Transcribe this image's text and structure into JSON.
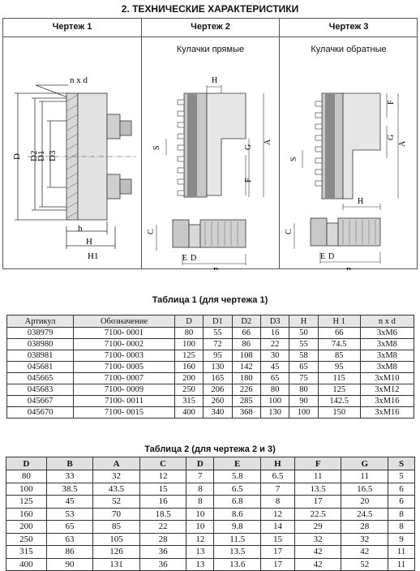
{
  "section_title": "2. ТЕХНИЧЕСКИЕ ХАРАКТЕРИСТИКИ",
  "drawings": {
    "headers": [
      "Чертеж 1",
      "Чертеж 2",
      "Чертеж 3"
    ],
    "sub2": "Кулачки прямые",
    "sub3": "Кулачки обратные",
    "d1_labels": {
      "nxd": "n x d",
      "D": "D",
      "D2": "D2",
      "D1": "D1",
      "D3": "D3",
      "h": "h",
      "H": "H",
      "H1": "H1"
    },
    "d2_labels": {
      "H_top": "H",
      "S": "S",
      "G": "G",
      "A": "A",
      "F": "F",
      "C": "C",
      "E": "E",
      "D": "D",
      "B": "B"
    },
    "d3_labels": {
      "F": "F",
      "A": "A",
      "S": "S",
      "G": "G",
      "H": "H",
      "C": "C",
      "E": "E",
      "D": "D",
      "B": "B"
    }
  },
  "table1": {
    "caption": "Таблица 1 (для чертежа 1)",
    "headers": [
      "Артикул",
      "Обозначение",
      "D",
      "D1",
      "D2",
      "D3",
      "H",
      "H 1",
      "n x d"
    ],
    "rows": [
      [
        "038979",
        "7100- 0001",
        "80",
        "55",
        "66",
        "16",
        "50",
        "66",
        "3хМ6"
      ],
      [
        "038980",
        "7100- 0002",
        "100",
        "72",
        "86",
        "22",
        "55",
        "74.5",
        "3хМ8"
      ],
      [
        "038981",
        "7100- 0003",
        "125",
        "95",
        "108",
        "30",
        "58",
        "85",
        "3хМ8"
      ],
      [
        "045681",
        "7100- 0005",
        "160",
        "130",
        "142",
        "45",
        "65",
        "95",
        "3хМ8"
      ],
      [
        "045665",
        "7100- 0007",
        "200",
        "165",
        "180",
        "65",
        "75",
        "115",
        "3хМ10"
      ],
      [
        "045683",
        "7100- 0009",
        "250",
        "206",
        "226",
        "80",
        "80",
        "125",
        "3хМ12"
      ],
      [
        "045667",
        "7100- 0011",
        "315",
        "260",
        "285",
        "100",
        "90",
        "142.5",
        "3хМ16"
      ],
      [
        "045670",
        "7100- 0015",
        "400",
        "340",
        "368",
        "130",
        "100",
        "150",
        "3хМ16"
      ]
    ]
  },
  "table2": {
    "caption": "Таблица 2 (для чертежа 2 и 3)",
    "headers": [
      "D",
      "B",
      "A",
      "C",
      "D",
      "E",
      "H",
      "F",
      "G",
      "S"
    ],
    "rows": [
      [
        "80",
        "33",
        "32",
        "12",
        "7",
        "5.8",
        "6.5",
        "11",
        "11",
        "5"
      ],
      [
        "100",
        "38.5",
        "43.5",
        "15",
        "8",
        "6.5",
        "7",
        "13.5",
        "16.5",
        "6"
      ],
      [
        "125",
        "45",
        "52",
        "16",
        "8",
        "6.8",
        "8",
        "17",
        "20",
        "6"
      ],
      [
        "160",
        "53",
        "70",
        "18.5",
        "10",
        "8.6",
        "12",
        "22.5",
        "24.5",
        "8"
      ],
      [
        "200",
        "65",
        "85",
        "22",
        "10",
        "9.8",
        "14",
        "29",
        "28",
        "8"
      ],
      [
        "250",
        "63",
        "105",
        "28",
        "12",
        "11.5",
        "15",
        "32",
        "32",
        "9"
      ],
      [
        "315",
        "86",
        "126",
        "36",
        "13",
        "13.5",
        "17",
        "42",
        "42",
        "11"
      ],
      [
        "400",
        "90",
        "131",
        "36",
        "13",
        "13.6",
        "17",
        "42",
        "52",
        "11"
      ]
    ]
  },
  "colors": {
    "border": "#555555",
    "drawing_gray": "#c8c8c8",
    "dark_gray": "#8a8a8a",
    "header_bg": "#e0e0e0"
  }
}
